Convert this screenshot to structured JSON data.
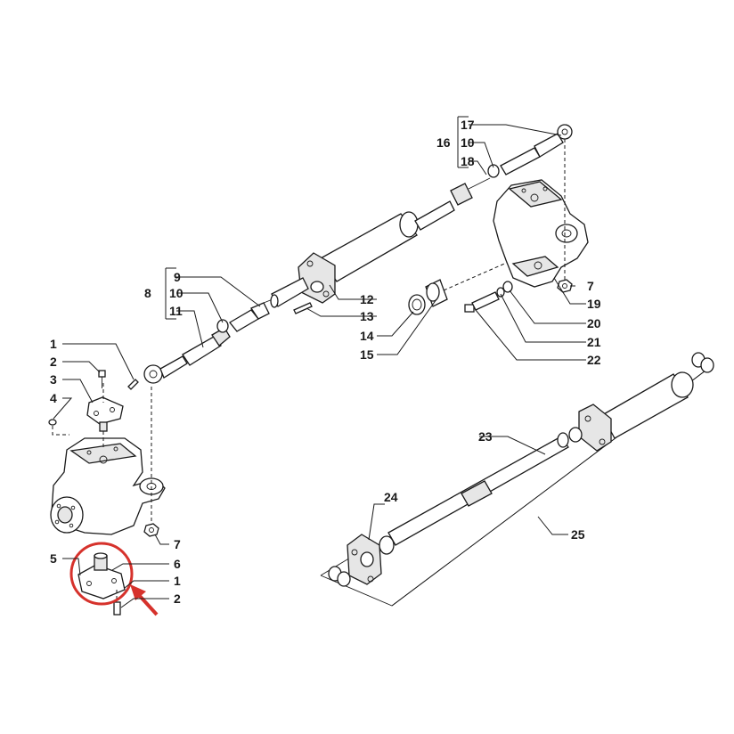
{
  "highlight_color": "#d6322c",
  "labels": {
    "l1a": "1",
    "l2a": "2",
    "l3": "3",
    "l4": "4",
    "l5": "5",
    "l6": "6",
    "l1b": "1",
    "l2b": "2",
    "l7a": "7",
    "l8": "8",
    "l9": "9",
    "l10a": "10",
    "l11": "11",
    "l12": "12",
    "l13": "13",
    "l14": "14",
    "l15": "15",
    "l16": "16",
    "l17": "17",
    "l10b": "10",
    "l18": "18",
    "l7b": "7",
    "l19": "19",
    "l20": "20",
    "l21": "21",
    "l22": "22",
    "l23": "23",
    "l24": "24",
    "l25": "25"
  }
}
